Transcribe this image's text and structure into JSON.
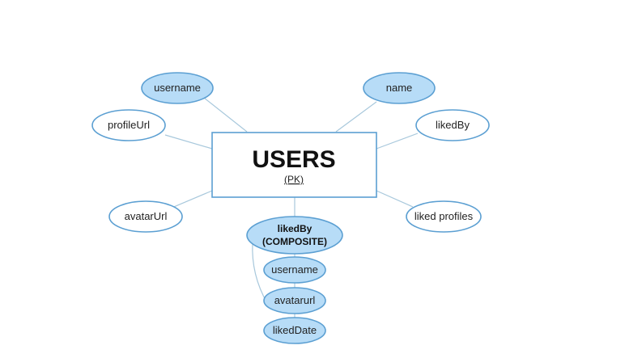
{
  "entity": {
    "title": "USERS",
    "subtitle": "(PK)"
  },
  "attributes": {
    "username": "username",
    "name": "name",
    "profile_url": "profileUrl",
    "liked_by": "likedBy",
    "avatar_url": "avatarUrl",
    "liked_profiles": "liked profiles"
  },
  "composite": {
    "label_line1": "likedBy",
    "label_line2": "(COMPOSITE)",
    "children": {
      "username": "username",
      "avatarurl": "avatarurl",
      "liked_date": "likedDate"
    }
  },
  "colors": {
    "filled_attribute": "#b7dcf7",
    "outline_stroke": "#5b9fd2",
    "connector": "#a8c8dc"
  }
}
